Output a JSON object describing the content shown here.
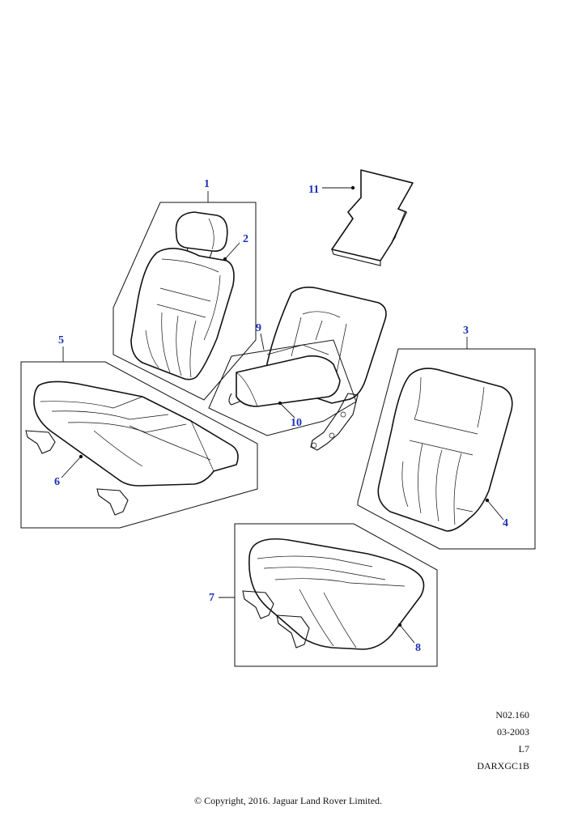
{
  "diagram": {
    "callouts": [
      {
        "id": "c1",
        "label": "1"
      },
      {
        "id": "c2",
        "label": "2"
      },
      {
        "id": "c3",
        "label": "3"
      },
      {
        "id": "c4",
        "label": "4"
      },
      {
        "id": "c5",
        "label": "5"
      },
      {
        "id": "c6",
        "label": "6"
      },
      {
        "id": "c7",
        "label": "7"
      },
      {
        "id": "c8",
        "label": "8"
      },
      {
        "id": "c9",
        "label": "9"
      },
      {
        "id": "c10",
        "label": "10"
      },
      {
        "id": "c11",
        "label": "11"
      }
    ],
    "reference": {
      "code": "N02.160",
      "date": "03-2003",
      "model": "L7",
      "illustration_id": "DARXGC1B"
    },
    "copyright": "© Copyright, 2016. Jaguar Land Rover Limited."
  }
}
